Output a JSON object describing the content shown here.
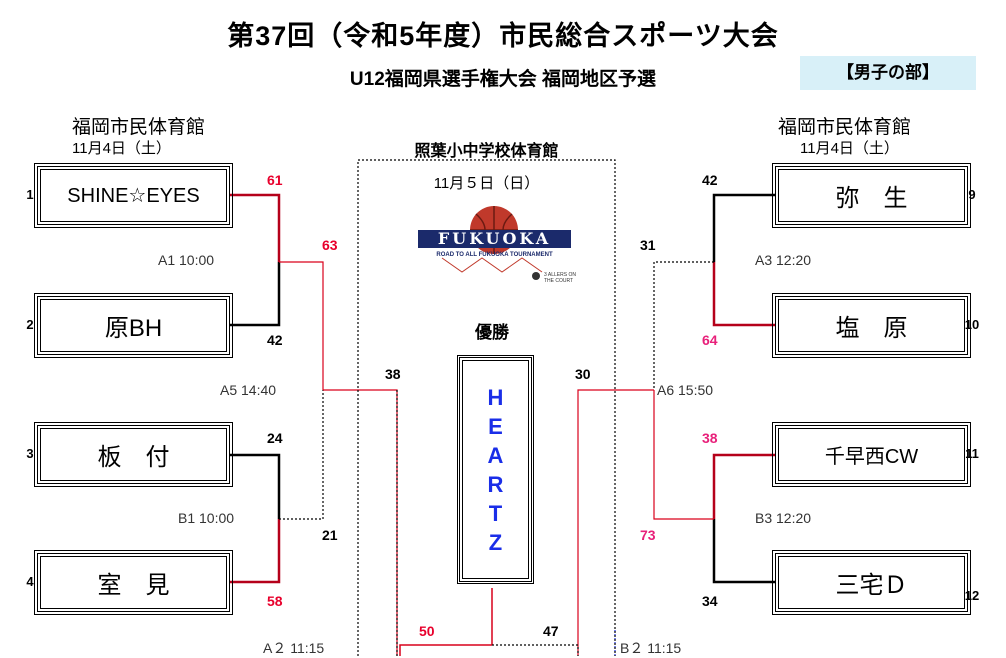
{
  "header": {
    "title": "第37回（令和5年度）市民総合スポーツ大会",
    "subtitle": "U12福岡県選手権大会 福岡地区予選",
    "division": "【男子の部】"
  },
  "venues": {
    "left": {
      "name": "福岡市民体育館",
      "date": "11月4日（土）"
    },
    "right": {
      "name": "福岡市民体育館",
      "date": "11月4日（土）"
    },
    "center": {
      "name": "照葉小中学校体育館",
      "date": "11月５日（日）"
    }
  },
  "logo": {
    "main": "FUKUOKA",
    "tag": "ROAD TO ALL FUKUOKA TOURNAMENT",
    "sub": "3 ALLERS ON THE COURT"
  },
  "champion": {
    "label": "優勝",
    "letters": [
      "H",
      "E",
      "A",
      "R",
      "T",
      "Z"
    ]
  },
  "teams": [
    {
      "seed": "1",
      "name": "SHINE☆EYES"
    },
    {
      "seed": "2",
      "name": "原BH"
    },
    {
      "seed": "3",
      "name": "板　付"
    },
    {
      "seed": "4",
      "name": "室　見"
    },
    {
      "seed": "9",
      "name": "弥　生"
    },
    {
      "seed": "10",
      "name": "塩　原"
    },
    {
      "seed": "11",
      "name": "千早西CW"
    },
    {
      "seed": "12",
      "name": "三宅Ｄ"
    }
  ],
  "matches": {
    "A1": {
      "label": "A1  10:00",
      "s1": "61",
      "s2": "42"
    },
    "B1": {
      "label": "B1 10:00",
      "s1": "24",
      "s2": "58"
    },
    "A3": {
      "label": "A3  12:20",
      "s1": "42",
      "s2": "64"
    },
    "B3": {
      "label": "B3  12:20",
      "s1": "38",
      "s2": "34"
    },
    "A5": {
      "label": "A5 14:40",
      "s1": "63",
      "s2": "21",
      "s3": "38"
    },
    "A6": {
      "label": "A6  15:50",
      "s1": "31",
      "s2": "73",
      "s3": "30"
    },
    "A2": {
      "label": "A２   11:15",
      "s1": "50"
    },
    "B2": {
      "label": "B２   11:15",
      "s1": "47"
    }
  },
  "colors": {
    "winner_line": "#d9001b",
    "loser_line": "#000000",
    "pink_score": "#e8207a",
    "champion_text": "#1a2ee8"
  }
}
